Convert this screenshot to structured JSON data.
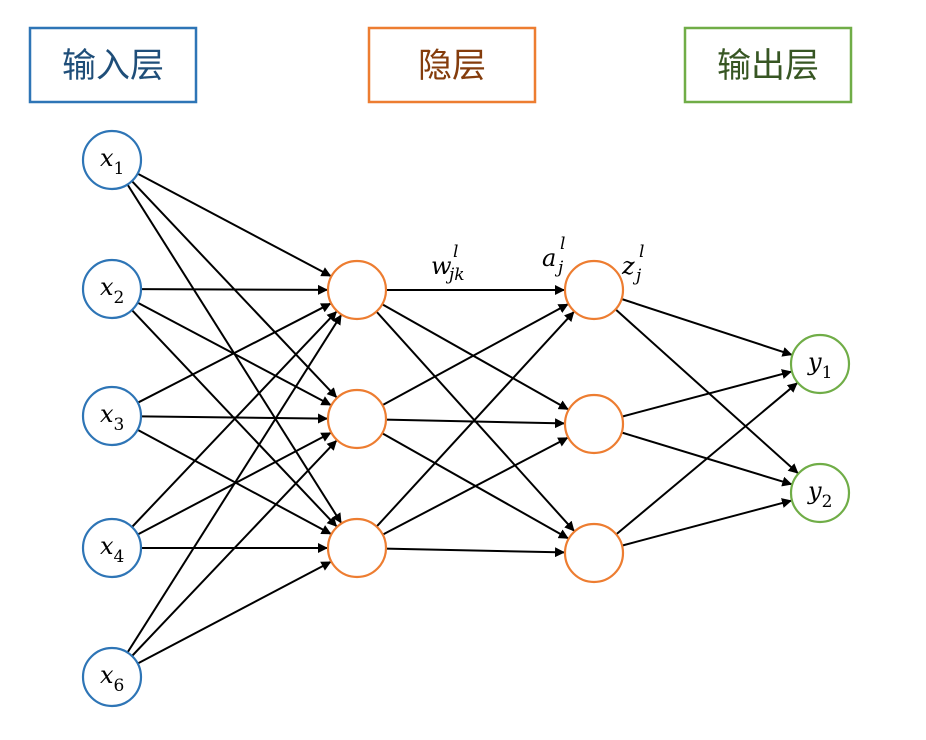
{
  "headers": {
    "input": "输入层",
    "hidden": "隐层",
    "output": "输出层"
  },
  "input_nodes": [
    {
      "var": "x",
      "sub": "1"
    },
    {
      "var": "x",
      "sub": "2"
    },
    {
      "var": "x",
      "sub": "3"
    },
    {
      "var": "x",
      "sub": "4"
    },
    {
      "var": "x",
      "sub": "6"
    }
  ],
  "output_nodes": [
    {
      "var": "y",
      "sub": "1"
    },
    {
      "var": "y",
      "sub": "2"
    }
  ],
  "labels": {
    "weight": {
      "main": "w",
      "sup": "l",
      "sub": "jk"
    },
    "activation": {
      "main": "a",
      "sup": "l",
      "sub": "j"
    },
    "weighted_input": {
      "main": "z",
      "sup": "l",
      "sub": "j"
    }
  },
  "colors": {
    "input": "#2e75b6",
    "hidden": "#ed7d31",
    "output": "#70ad47",
    "edge": "#000000",
    "input_text": "#1f4e79",
    "hidden_text": "#843c0c",
    "output_text": "#375623"
  }
}
